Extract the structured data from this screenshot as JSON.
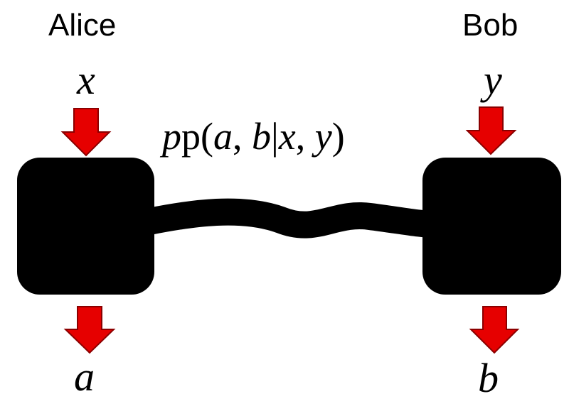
{
  "parties": {
    "alice": {
      "name": "Alice",
      "input": "x",
      "output": "a"
    },
    "bob": {
      "name": "Bob",
      "input": "y",
      "output": "b"
    }
  },
  "correlation": {
    "label_prefix": "p(",
    "label_a": "a",
    "label_sep1": ", ",
    "label_b": "b",
    "label_bar": "|",
    "label_x": "x",
    "label_sep2": ", ",
    "label_y": "y",
    "label_suffix": ")"
  },
  "colors": {
    "arrow": "#e60000",
    "arrow_outline": "#8b0000",
    "box": "#000000",
    "background": "#ffffff"
  },
  "icons": {
    "input_arrow": "arrow-down-icon",
    "output_arrow": "arrow-down-icon"
  }
}
